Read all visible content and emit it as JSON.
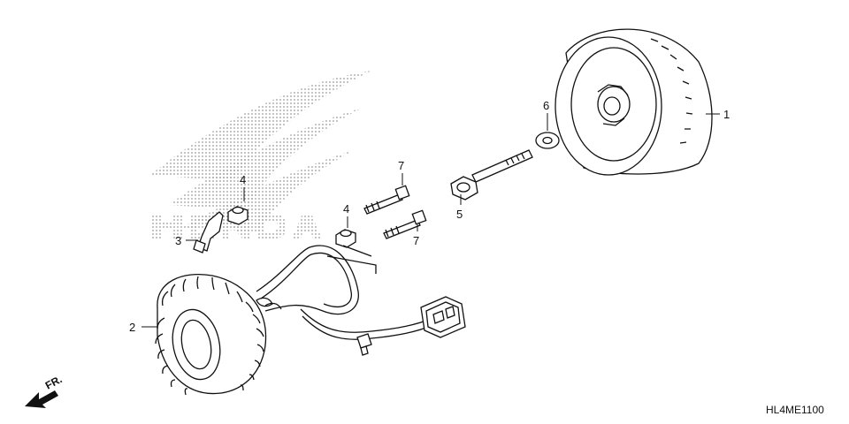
{
  "diagram": {
    "code": "HL4ME1100",
    "front_marker": "FR.",
    "watermark": "HONDA",
    "callouts": [
      {
        "id": "c1",
        "label": "1"
      },
      {
        "id": "c2",
        "label": "2"
      },
      {
        "id": "c3",
        "label": "3"
      },
      {
        "id": "c4a",
        "label": "4"
      },
      {
        "id": "c4b",
        "label": "4"
      },
      {
        "id": "c5",
        "label": "5"
      },
      {
        "id": "c6",
        "label": "6"
      },
      {
        "id": "c7a",
        "label": "7"
      },
      {
        "id": "c7b",
        "label": "7"
      }
    ]
  }
}
